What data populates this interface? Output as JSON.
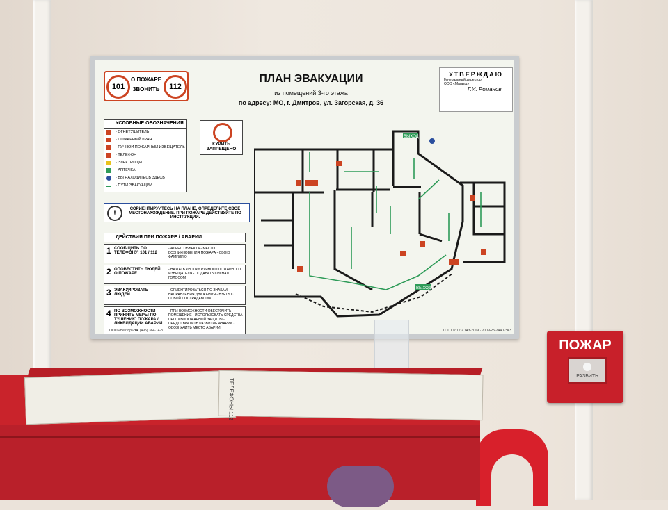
{
  "poster": {
    "emergency": {
      "num1": "101",
      "num2": "112",
      "line1": "О ПОЖАРЕ",
      "line2": "ЗВОНИТЬ"
    },
    "title": "ПЛАН ЭВАКУАЦИИ",
    "subtitle1": "из помещений 3-го этажа",
    "subtitle2": "по адресу: МО, г. Дмитров, ул. Загорская, д. 36",
    "approve": {
      "header": "УТВЕРЖДАЮ",
      "role": "Генеральный директор",
      "org": "ООО «Малыш»",
      "signature": "Г.И. Романов"
    },
    "legend": {
      "title": "УСЛОВНЫЕ ОБОЗНАЧЕНИЯ",
      "items": [
        "- ОГНЕТУШИТЕЛЬ",
        "- ПОЖАРНЫЙ КРАН",
        "- РУЧНОЙ ПОЖАРНЫЙ ИЗВЕЩАТЕЛЬ",
        "- ТЕЛЕФОН",
        "- ЭЛЕКТРОЩИТ",
        "- АПТЕЧКА",
        "- ВЫ НАХОДИТЕСЬ ЗДЕСЬ",
        "- ПУТИ ЭВАКУАЦИИ"
      ]
    },
    "no_smoking": "КУРИТЬ ЗАПРЕЩЕНО",
    "orient": "СОРИЕНТИРУЙТЕСЬ НА ПЛАНЕ, ОПРЕДЕЛИТЕ СВОЕ МЕСТОНАХОЖДЕНИЕ. ПРИ ПОЖАРЕ ДЕЙСТВУЙТЕ ПО ИНСТРУКЦИИ.",
    "actions": {
      "title": "ДЕЙСТВИЯ ПРИ ПОЖАРЕ / АВАРИИ",
      "steps": [
        {
          "n": "1",
          "label": "СООБЩИТЬ ПО ТЕЛЕФОНУ: 101 / 112",
          "detail": "- АДРЕС ОБЪЕКТА - МЕСТО ВОЗНИКНОВЕНИЯ ПОЖАРА - СВОЮ ФАМИЛИЮ"
        },
        {
          "n": "2",
          "label": "ОПОВЕСТИТЬ ЛЮДЕЙ О ПОЖАРЕ",
          "detail": "- НАЖАТЬ КНОПКУ РУЧНОГО ПОЖАРНОГО ИЗВЕЩАТЕЛЯ - ПОДАВАТЬ СИГНАЛ ГОЛОСОМ"
        },
        {
          "n": "3",
          "label": "ЭВАКУИРОВАТЬ ЛЮДЕЙ",
          "detail": "- ОРИЕНТИРОВАТЬСЯ ПО ЗНАКАМ НАПРАВЛЕНИЯ ДВИЖЕНИЯ - ВЗЯТЬ С СОБОЙ ПОСТРАДАВШИХ"
        },
        {
          "n": "4",
          "label": "ПО ВОЗМОЖНОСТИ ПРИНЯТЬ МЕРЫ ПО ТУШЕНИЮ ПОЖАРА / ЛИКВИДАЦИИ АВАРИИ",
          "detail": "- ПРИ ВОЗМОЖНОСТИ ОБЕСТОЧИТЬ ПОМЕЩЕНИЕ - ИСПОЛЬЗОВАТЬ СРЕДСТВА ПРОТИВОПОЖАРНОЙ ЗАЩИТЫ - ПРЕДОТВРАТИТЬ РАЗВИТИЕ АВАРИИ - ОБОЗНАЧИТЬ МЕСТО АВАРИИ"
        }
      ]
    },
    "exit_labels": [
      "ВЫХОД",
      "ВЫХОД"
    ],
    "footer": "ООО «Вектор» ☎ (495) 364-14-81",
    "gost": "ГОСТ Р 12.2.143-2009 · 2009-25-2440-ЭКЗ"
  },
  "alarm": {
    "label": "ПОЖАР",
    "break": "РАЗБИТЬ"
  },
  "document": {
    "title": "ТЕЛЕФОНЫ 112"
  },
  "colors": {
    "alarm_red": "#c8202a",
    "cabinet_red": "#c9232b",
    "exit_green": "#2e9b58"
  }
}
